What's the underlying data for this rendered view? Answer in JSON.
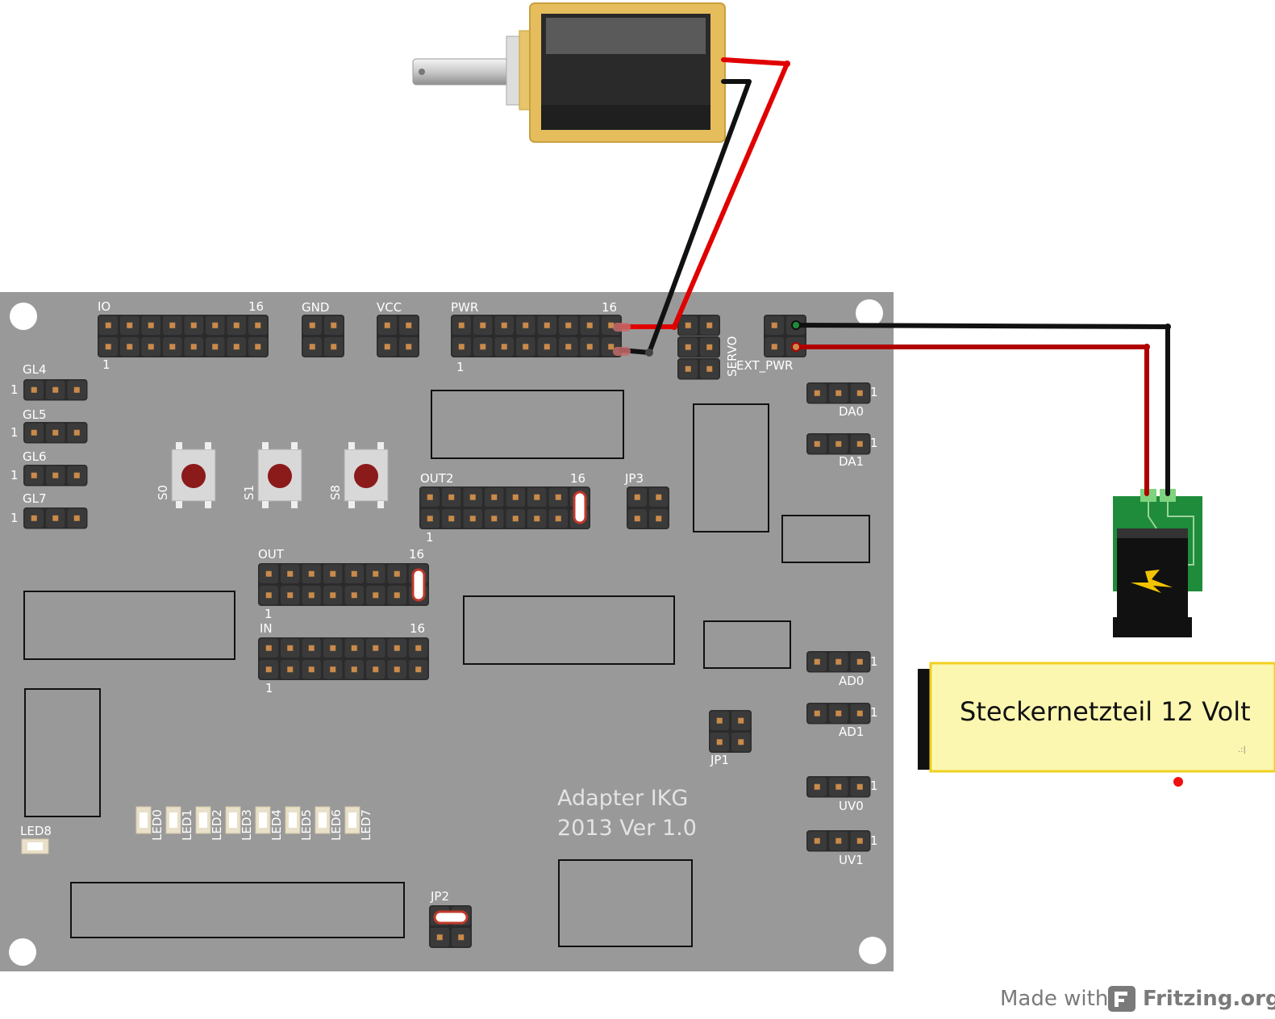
{
  "board": {
    "title_line1": "Adapter IKG",
    "title_line2": "2013 Ver 1.0"
  },
  "header_labels": {
    "io": "IO",
    "gnd": "GND",
    "vcc": "VCC",
    "pwr": "PWR",
    "servo": "SERVO",
    "ext_pwr": "EXT_PWR",
    "out2": "OUT2",
    "jp3": "JP3",
    "out": "OUT",
    "in": "IN",
    "jp1": "JP1",
    "jp2": "JP2",
    "pin_1": "1",
    "pin_16": "16"
  },
  "left_headers": [
    "GL4",
    "GL5",
    "GL6",
    "GL7"
  ],
  "right_headers": [
    "DA0",
    "DA1",
    "AD0",
    "AD1",
    "UV0",
    "UV1"
  ],
  "switches": [
    "S0",
    "S1",
    "S8"
  ],
  "leds": [
    "LED0",
    "LED1",
    "LED2",
    "LED3",
    "LED4",
    "LED5",
    "LED6",
    "LED7"
  ],
  "led8": "LED8",
  "power_supply": {
    "label": "Steckernetzteil 12 Volt",
    "mark": ".:|"
  },
  "footer": {
    "made_with": "Made with",
    "brand": "Fritzing.org"
  },
  "colors": {
    "board": "#999999",
    "wire_red": "#e00000",
    "wire_black": "#111111",
    "wire_red_dark": "#b00000",
    "header": "#2b2b2b",
    "pin": "#c98a4a",
    "solenoid_frame": "#e5bd5c",
    "psu_fill": "#fcf7b0",
    "psu_border": "#f0d020",
    "jack_pcb": "#1e8c3a",
    "button_cap": "#8b1a1a"
  }
}
